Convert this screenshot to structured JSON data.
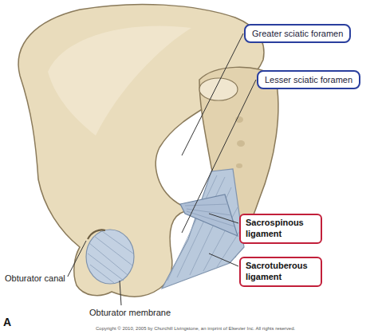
{
  "diagram": {
    "nodes": [
      {
        "text": [
          "Greater sciatic foramen"
        ]
      },
      {
        "text": [
          "Lesser sciatic foramen"
        ]
      },
      {
        "text": [
          "Sacrospinous ligament"
        ]
      },
      {
        "text": [
          "Sacrotuberous ligament"
        ]
      }
    ],
    "labels": [
      "Obturator canal",
      "Obturator membrane",
      "A",
      "Copyright © 2010, 2005 by Churchill Livingstone, an imprint of Elsevier Inc. All rights reserved."
    ]
  }
}
